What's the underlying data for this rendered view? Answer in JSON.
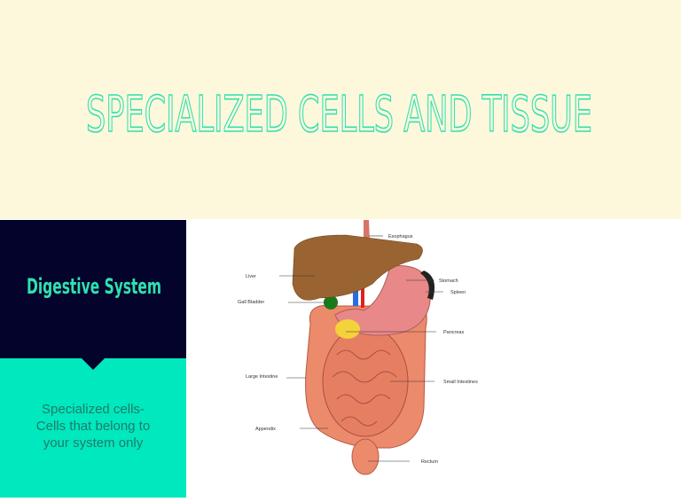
{
  "slide": {
    "title": "SPECIALIZED CELLS AND TISSUE",
    "section_heading": "Digestive System",
    "description_lines": [
      "Specialized cells-",
      "Cells that belong to",
      "your system only"
    ]
  },
  "diagram": {
    "labels": {
      "esophagus": "Esophagus",
      "liver": "Liver",
      "gall_bladder": "Gall Bladder",
      "stomach": "Stomach",
      "spleen": "Spleen",
      "pancreas": "Pancreas",
      "large_intestine": "Large Intestine",
      "small_intestines": "Small Intestines",
      "appendix": "Appendix",
      "rectum": "Rectum"
    }
  },
  "colors": {
    "title": "#2fe0b0",
    "navy": "#03032b",
    "teal": "#00e8bd",
    "cream": "#fdf8dc"
  }
}
